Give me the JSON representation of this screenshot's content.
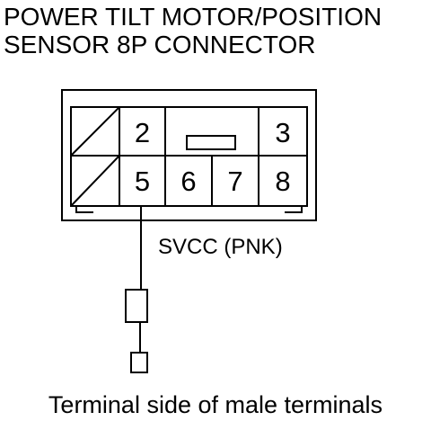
{
  "title": {
    "line1": "POWER TILT MOTOR/POSITION",
    "line2": "SENSOR 8P CONNECTOR"
  },
  "connector": {
    "pins": [
      {
        "number": "2"
      },
      {
        "number": "3"
      },
      {
        "number": "5"
      },
      {
        "number": "6"
      },
      {
        "number": "7"
      },
      {
        "number": "8"
      }
    ]
  },
  "wire": {
    "label": "SVCC (PNK)"
  },
  "caption": "Terminal side of male terminals",
  "colors": {
    "line": "#000000",
    "background": "#ffffff"
  }
}
